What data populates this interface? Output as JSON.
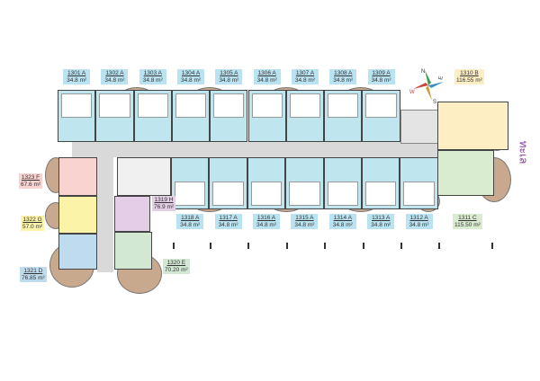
{
  "units_top": [
    {
      "id": "1301 A",
      "area": "34.8 m²"
    },
    {
      "id": "1302 A",
      "area": "34.8 m²"
    },
    {
      "id": "1303 A",
      "area": "34.8 m²"
    },
    {
      "id": "1304 A",
      "area": "34.8 m²"
    },
    {
      "id": "1305 A",
      "area": "34.8 m²"
    },
    {
      "id": "1306 A",
      "area": "34.8 m²"
    },
    {
      "id": "1307 A",
      "area": "34.8 m²"
    },
    {
      "id": "1308 A",
      "area": "34.8 m²"
    },
    {
      "id": "1309 A",
      "area": "34.8 m²"
    }
  ],
  "units_bottom": [
    {
      "id": "1318 A",
      "area": "34.8 m²"
    },
    {
      "id": "1317 A",
      "area": "34.8 m²"
    },
    {
      "id": "1316 A",
      "area": "34.8 m²"
    },
    {
      "id": "1315 A",
      "area": "34.8 m²"
    },
    {
      "id": "1314 A",
      "area": "34.8 m²"
    },
    {
      "id": "1313 A",
      "area": "34.8 m²"
    },
    {
      "id": "1312 A",
      "area": "34.8 m²"
    }
  ],
  "units_special": {
    "u1310": {
      "id": "1310 B",
      "area": "116.55 m²",
      "color": "#fdeec3"
    },
    "u1311": {
      "id": "1311 C",
      "area": "115.50 m²",
      "color": "#d9ecd0"
    },
    "u1323": {
      "id": "1323 F",
      "area": "67.6 m²",
      "color": "#f8d3cf"
    },
    "u1322": {
      "id": "1322 G",
      "area": "57.0 m²",
      "color": "#fbf3a8"
    },
    "u1321": {
      "id": "1321 D",
      "area": "76.85 m²",
      "color": "#bfdcef"
    },
    "u1319": {
      "id": "1319 H",
      "area": "76.9 m²",
      "color": "#e4cde6"
    },
    "u1320": {
      "id": "1320 E",
      "area": "70.20 m²",
      "color": "#d3e8d3"
    }
  },
  "sea_label": "ทะเล",
  "compass": {
    "n": "N",
    "s": "S",
    "e": "E",
    "w": "W"
  }
}
